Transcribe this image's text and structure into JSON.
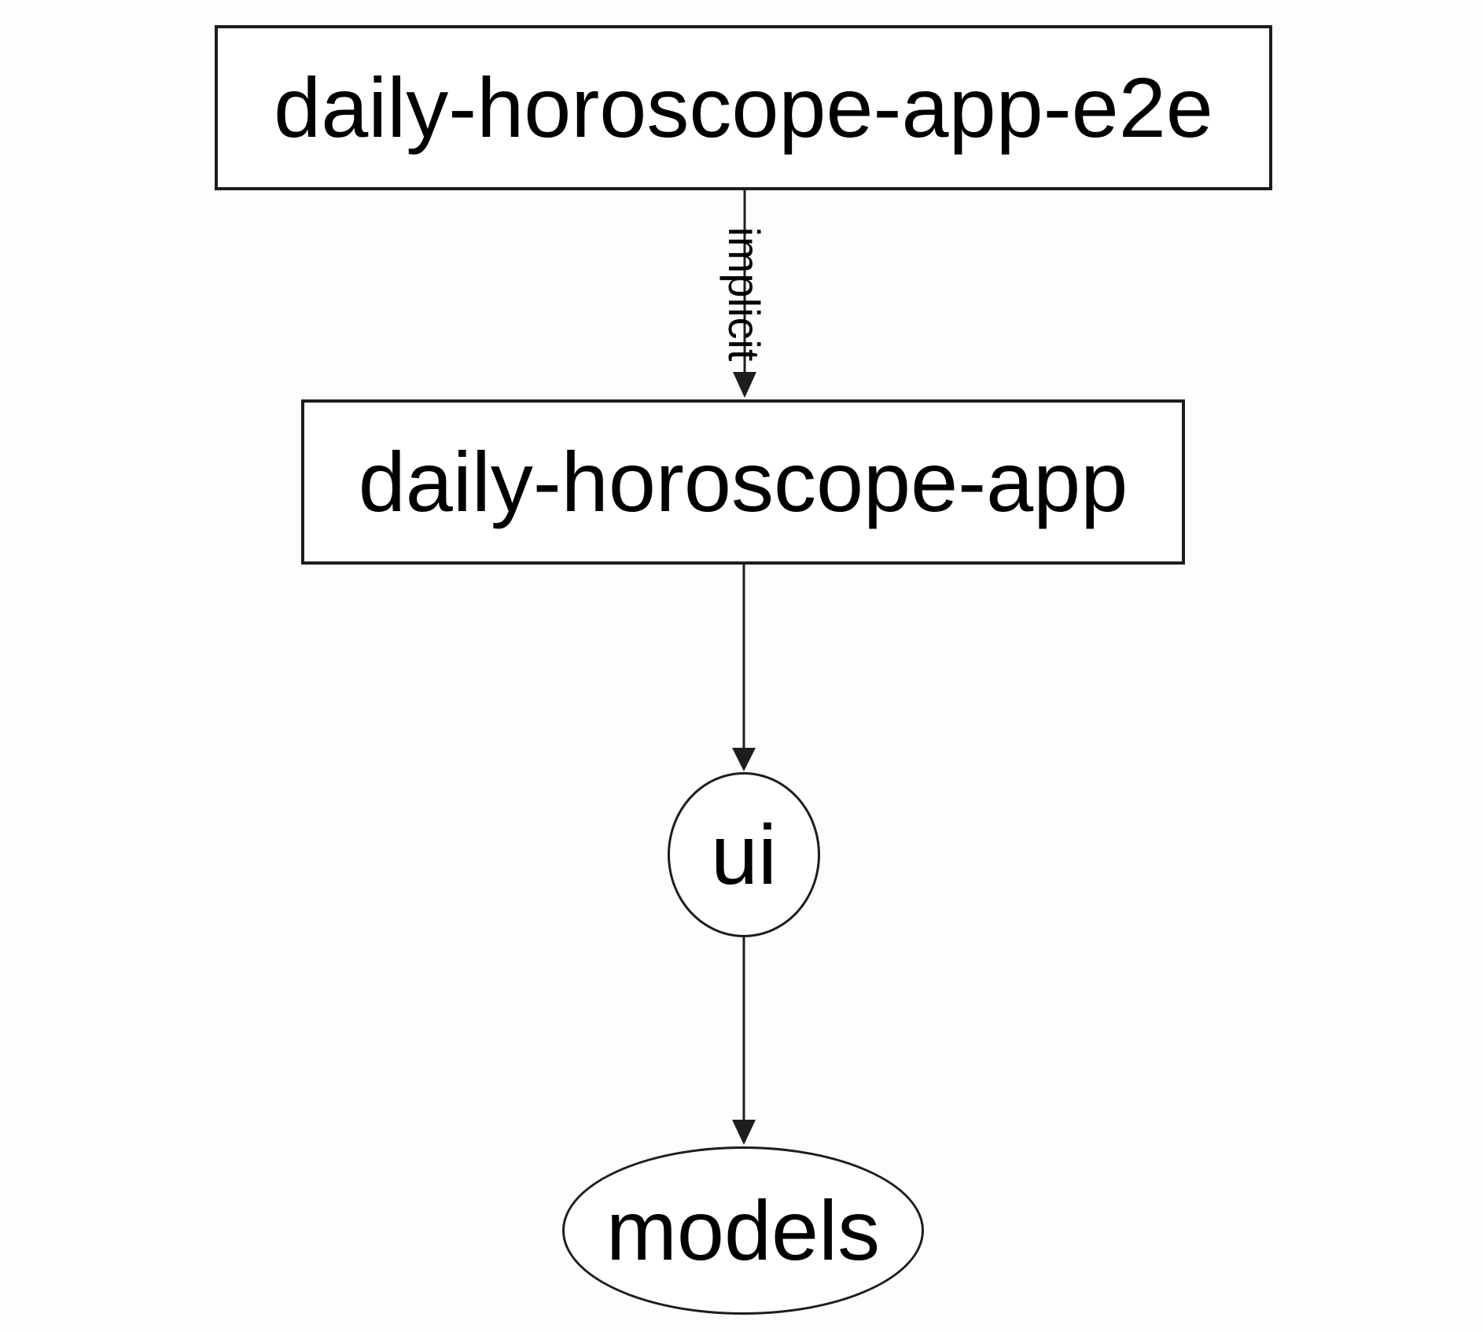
{
  "diagram": {
    "type": "dependency-graph",
    "colors": {
      "background": "#fdfdfd",
      "node_fill": "#ffffff",
      "stroke": "#1d1d20",
      "text": "#000000"
    },
    "nodes": [
      {
        "label": "daily-horoscope-app-e2e",
        "shape": "rectangle"
      },
      {
        "label": "daily-horoscope-app",
        "shape": "rectangle"
      },
      {
        "label": "ui",
        "shape": "circle"
      },
      {
        "label": "models",
        "shape": "ellipse"
      }
    ],
    "edges": [
      {
        "from": "daily-horoscope-app-e2e",
        "to": "daily-horoscope-app",
        "label": "implicit",
        "direction": "down"
      },
      {
        "from": "daily-horoscope-app",
        "to": "ui",
        "label": "",
        "direction": "down"
      },
      {
        "from": "ui",
        "to": "models",
        "label": "",
        "direction": "down"
      }
    ]
  }
}
